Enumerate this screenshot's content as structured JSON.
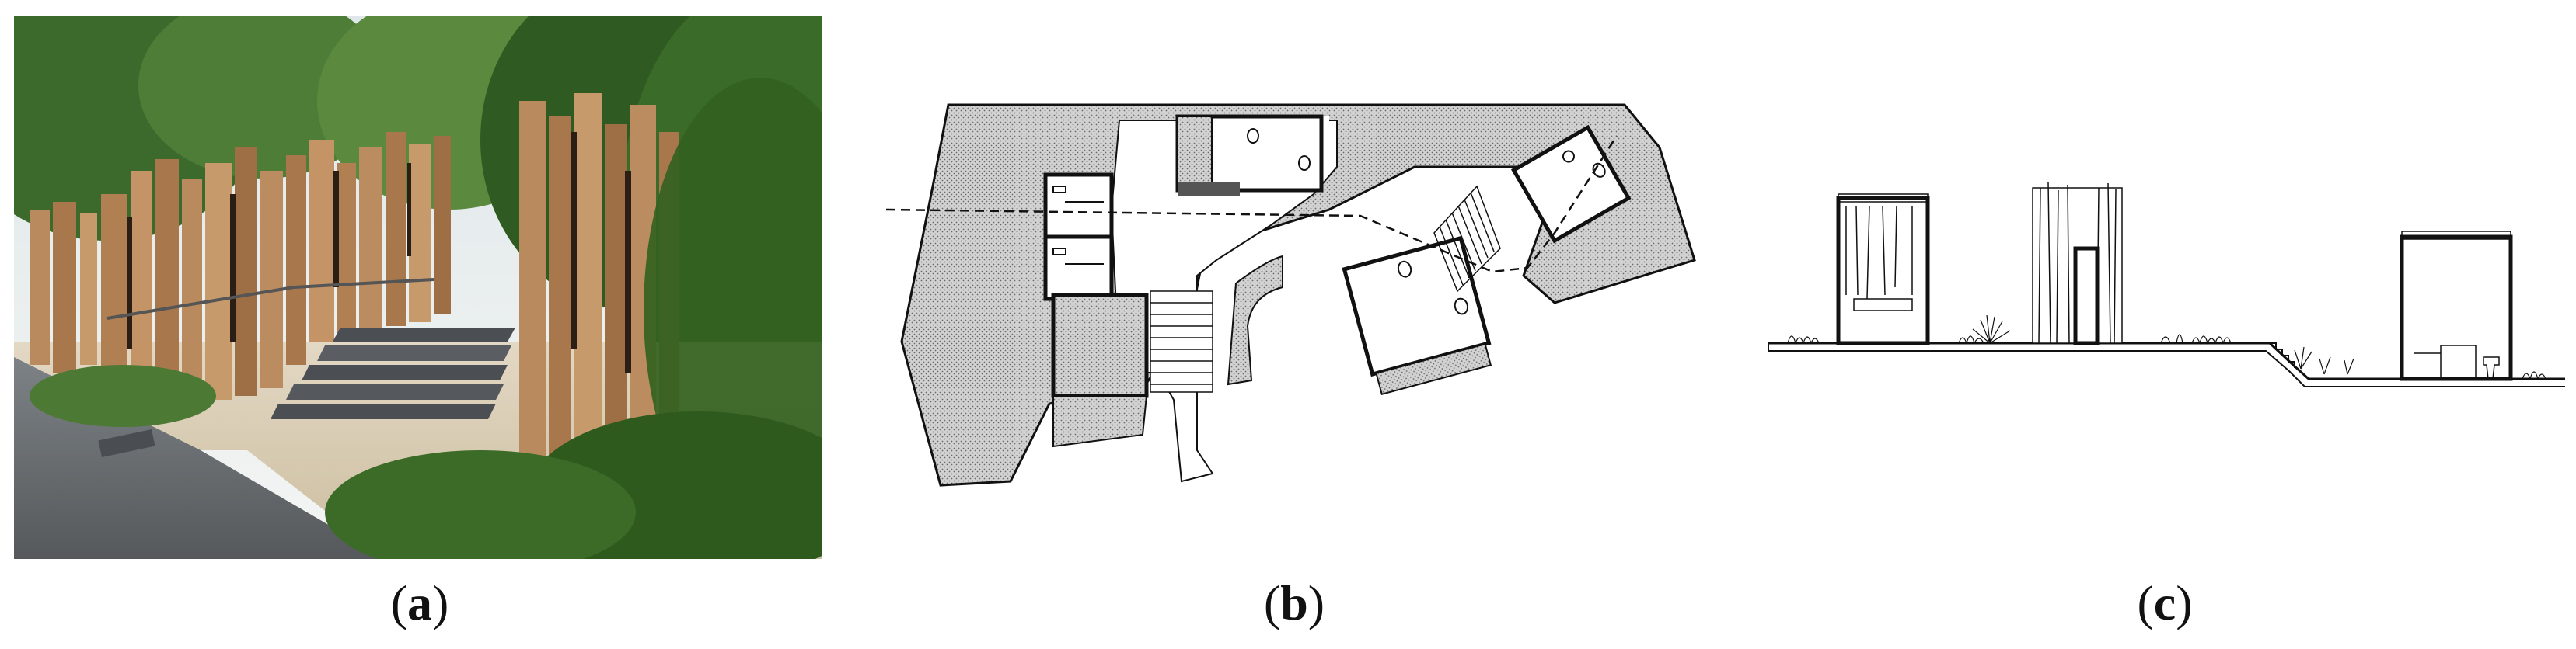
{
  "figure": {
    "panels": [
      {
        "id": "a",
        "kind": "photograph",
        "caption": "a"
      },
      {
        "id": "b",
        "kind": "floor-plan-drawing",
        "caption": "b"
      },
      {
        "id": "c",
        "kind": "section-drawing",
        "caption": "c"
      }
    ]
  },
  "colors": {
    "background": "#ffffff",
    "wood": "#b98a5e",
    "wood_dark": "#8a5f3a",
    "foliage": "#3f6b2a",
    "sky": "#e8eef0",
    "pavement": "#6f7478",
    "gravel": "#d9cdb8",
    "hatch": "#8a8a8a",
    "line": "#111111"
  }
}
